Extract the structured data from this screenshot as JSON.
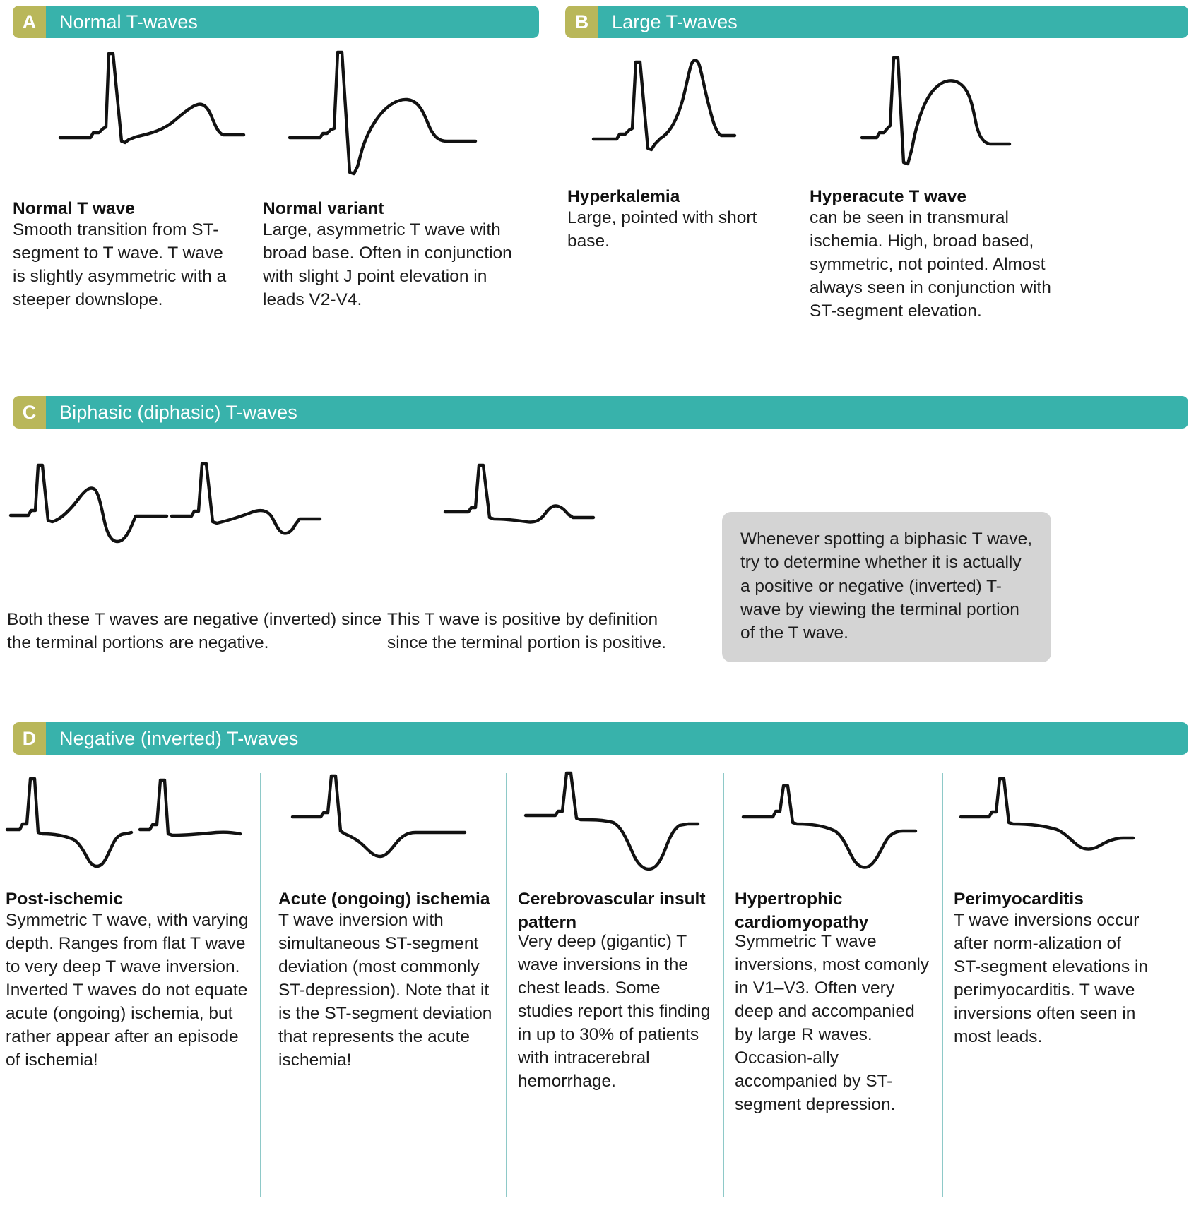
{
  "sections": {
    "a": {
      "badge": "A",
      "title": "Normal T-waves"
    },
    "b": {
      "badge": "B",
      "title": "Large T-waves"
    },
    "c": {
      "badge": "C",
      "title": "Biphasic (diphasic) T-waves"
    },
    "d": {
      "badge": "D",
      "title": "Negative (inverted) T-waves"
    }
  },
  "section_a": {
    "items": [
      {
        "title": "Normal T wave",
        "body": "Smooth transition from ST-segment to T wave. T wave is slightly asymmetric with a steeper downslope."
      },
      {
        "title": "Normal variant",
        "body": "Large, asymmetric T wave with broad base. Often in conjunction with slight J point elevation in leads V2-V4."
      }
    ]
  },
  "section_b": {
    "items": [
      {
        "title": "Hyperkalemia",
        "body": "Large, pointed with short base."
      },
      {
        "title": "Hyperacute T wave",
        "body": "can be seen in transmural ischemia. High, broad based, symmetric, not pointed. Almost always seen in conjunction with ST-segment  elevation."
      }
    ]
  },
  "section_c": {
    "captions": [
      "Both these T waves are negative (inverted) since the terminal portions are negative.",
      "This T wave is positive by definition since the terminal portion is positive."
    ],
    "callout": "Whenever spotting a biphasic T wave, try to determine whether it is actually a positive or negative (inverted) T-wave by viewing the terminal portion of the T wave."
  },
  "section_d": {
    "columns": [
      {
        "title": "Post-ischemic",
        "body": "Symmetric T wave, with varying depth. Ranges from flat T wave to very deep T wave inversion. Inverted T waves do not equate acute (ongoing) ischemia, but rather appear after an episode of ischemia!"
      },
      {
        "title": "Acute (ongoing) ischemia",
        "body": "T wave inversion with simultaneous ST-segment deviation (most commonly ST-depression). Note that it is the ST-segment deviation that represents the acute ischemia!"
      },
      {
        "title": "Cerebrovascular insult pattern",
        "body": "Very deep (gigantic) T wave inversions in the chest leads. Some studies report this finding in up to 30% of patients with intracerebral hemorrhage."
      },
      {
        "title": "Hypertrophic cardiomyopathy",
        "body": "Symmetric T wave inversions, most comonly in V1–V3. Often very deep and accompanied by large R waves. Occasion-ally accompanied by ST-segment depression."
      },
      {
        "title": "Perimyocarditis",
        "body": "T wave inversions occur after norm-alization of ST-segment elevations in perimyocarditis. T wave inversions often seen in most leads."
      }
    ]
  },
  "colors": {
    "header_teal": "#38b2ab",
    "header_olive": "#b9b75a",
    "callout_gray": "#d4d4d4",
    "trace_black": "#121212",
    "divider_teal": "#8ec9c8"
  }
}
